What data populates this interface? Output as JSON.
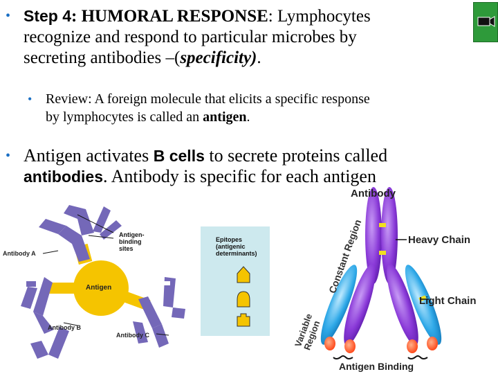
{
  "slide": {
    "bullet1": {
      "step": "Step 4",
      "heading": ": HUMORAL RESPONSE",
      "line1_rest": ": Lymphocytes",
      "line2": "recognize and respond to particular microbes by",
      "line3_pre": "secreting antibodies –(",
      "line3_em": "specificity)",
      "line3_post": "."
    },
    "bullet2": {
      "line1": "Review: A foreign molecule that elicits a specific response",
      "line2_pre": "by lymphocytes is called an ",
      "line2_bold": "antigen",
      "line2_post": "."
    },
    "bullet3": {
      "line1_pre": "Antigen activates ",
      "line1_bold": "B cells",
      "line1_post": " to secrete proteins called",
      "line2_bold": "antibodies",
      "line2_post": ". Antibody is specific for each antigen"
    }
  },
  "diagram_left": {
    "antibody_a": "Antibody A",
    "antibody_b": "Antibody B",
    "antibody_c": "Antibody C",
    "antigen": "Antigen",
    "binding_sites_1": "Antigen-",
    "binding_sites_2": "binding",
    "binding_sites_3": "sites"
  },
  "epitopes_panel": {
    "line1": "Epitopes",
    "line2": "(antigenic",
    "line3": "determinants)"
  },
  "antibody_diagram": {
    "title": "Antibody",
    "constant_region": "Constant Region",
    "heavy_chain": "Heavy Chain",
    "light_chain": "Light Chain",
    "variable_region_1": "Variable",
    "variable_region_2": "Region",
    "antigen_binding": "Antigen Binding"
  },
  "colors": {
    "bullet": "#1a6fc4",
    "heavy_chain": "#8a3ad8",
    "light_chain": "#2fa9e8",
    "tip": "#ff4a1a",
    "hinge": "#f0e020",
    "antigen": "#f5c400",
    "antibody_left": "#7468b8",
    "epitope_bg": "#cde9ee",
    "nav_button": "#2e9a3a"
  }
}
